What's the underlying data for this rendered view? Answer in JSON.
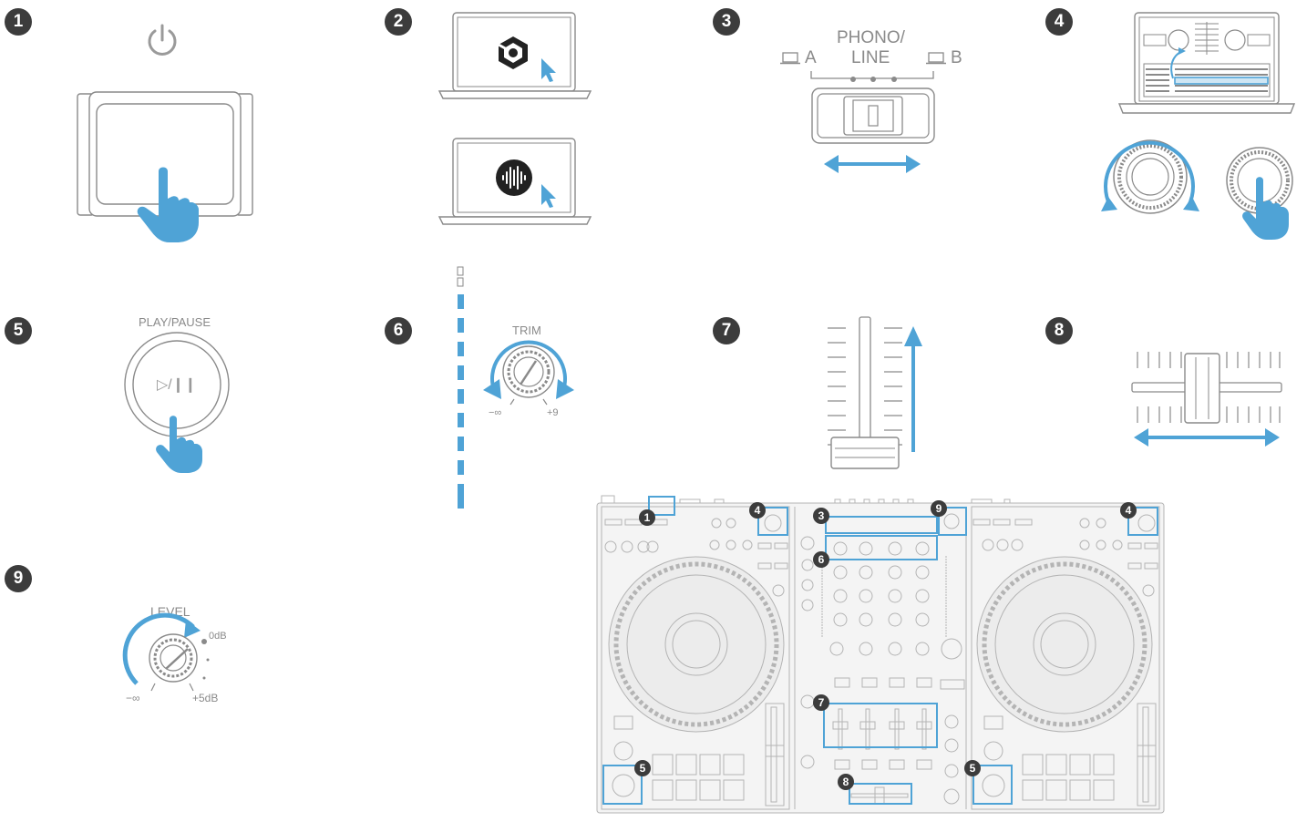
{
  "steps": [
    {
      "number": "1",
      "action": "power-on"
    },
    {
      "number": "2",
      "action": "launch-software"
    },
    {
      "number": "3",
      "action": "set-input-selector"
    },
    {
      "number": "4",
      "action": "load-track"
    },
    {
      "number": "5",
      "action": "play-pause"
    },
    {
      "number": "6",
      "action": "adjust-trim"
    },
    {
      "number": "7",
      "action": "raise-channel-fader"
    },
    {
      "number": "8",
      "action": "move-crossfader"
    },
    {
      "number": "9",
      "action": "adjust-master-level"
    }
  ],
  "selector": {
    "title_line1": "PHONO/",
    "title_line2": "LINE",
    "left": "A",
    "right": "B"
  },
  "play_pause": {
    "label": "PLAY/PAUSE",
    "symbol": "▷/❙❙"
  },
  "trim": {
    "label": "TRIM",
    "min": "−∞",
    "max": "+9"
  },
  "level": {
    "label": "LEVEL",
    "max_marker": "0dB",
    "min": "−∞",
    "max": "+5dB"
  },
  "controller": {
    "callouts": [
      "1",
      "3",
      "9",
      "4",
      "4",
      "6",
      "7",
      "5",
      "5",
      "8"
    ]
  },
  "colors": {
    "accent": "#4fa3d6",
    "badge": "#3c3c3c",
    "line": "#9a9a9a"
  }
}
